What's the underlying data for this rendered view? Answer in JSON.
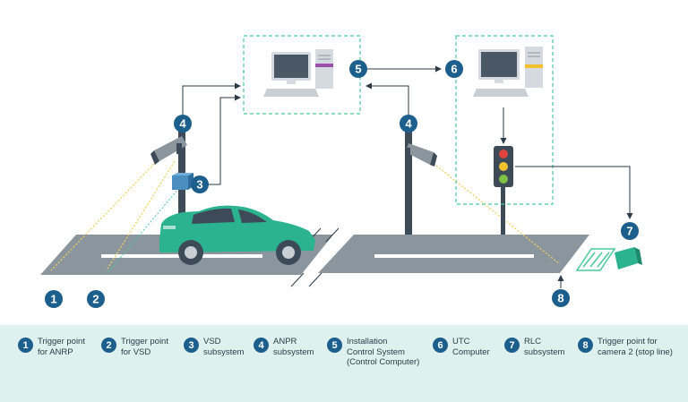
{
  "diagram": {
    "markers": {
      "trigger_anrp": "1",
      "trigger_vsd": "2",
      "vsd": "3",
      "anpr_left": "4",
      "anpr_right": "4",
      "installation_control": "5",
      "utc": "6",
      "rlc": "7",
      "stop_line": "8"
    }
  },
  "colors": {
    "badge": "#1d5f8c",
    "road": "#8a959e",
    "car": "#2bb38f",
    "dashed_box": "#4cc99a",
    "trigger_line": "#f0d060",
    "legend_bg": "#dff1ee"
  },
  "legend": {
    "items": [
      {
        "num": "1",
        "text": "Trigger point\nfor ANRP"
      },
      {
        "num": "2",
        "text": "Trigger point\nfor VSD"
      },
      {
        "num": "3",
        "text": "VSD\nsubsystem"
      },
      {
        "num": "4",
        "text": "ANPR\nsubsystem"
      },
      {
        "num": "5",
        "text": "Installation\nControl System\n(Control Computer)"
      },
      {
        "num": "6",
        "text": "UTC\nComputer"
      },
      {
        "num": "7",
        "text": "RLC\nsubsystem"
      },
      {
        "num": "8",
        "text": "Trigger point for\ncamera 2 (stop line)"
      }
    ]
  }
}
